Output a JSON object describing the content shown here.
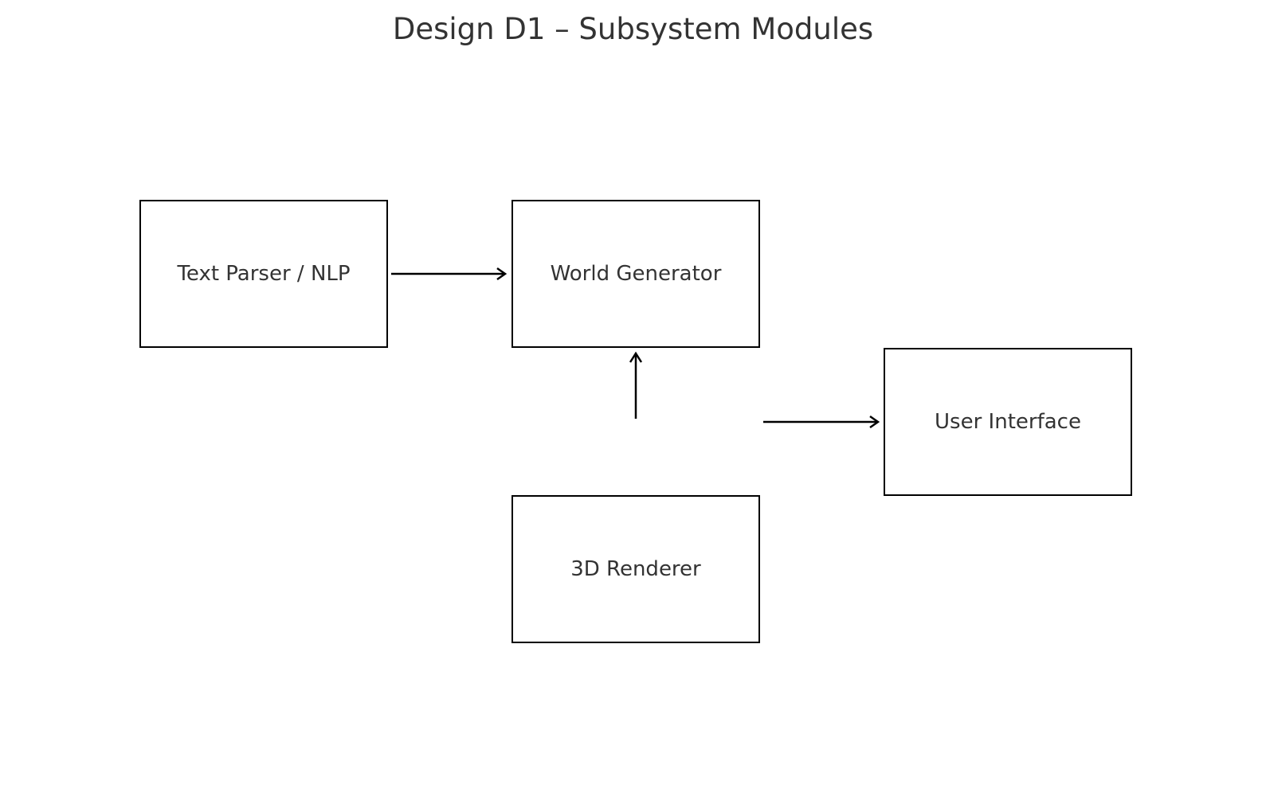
{
  "title": "Design D1 – Subsystem Modules",
  "modules": {
    "text_parser": "Text Parser / NLP",
    "world_generator": "World Generator",
    "user_interface": "User Interface",
    "renderer": "3D Renderer"
  },
  "colors": {
    "text": "#333333",
    "stroke": "#000000",
    "background": "#ffffff"
  }
}
